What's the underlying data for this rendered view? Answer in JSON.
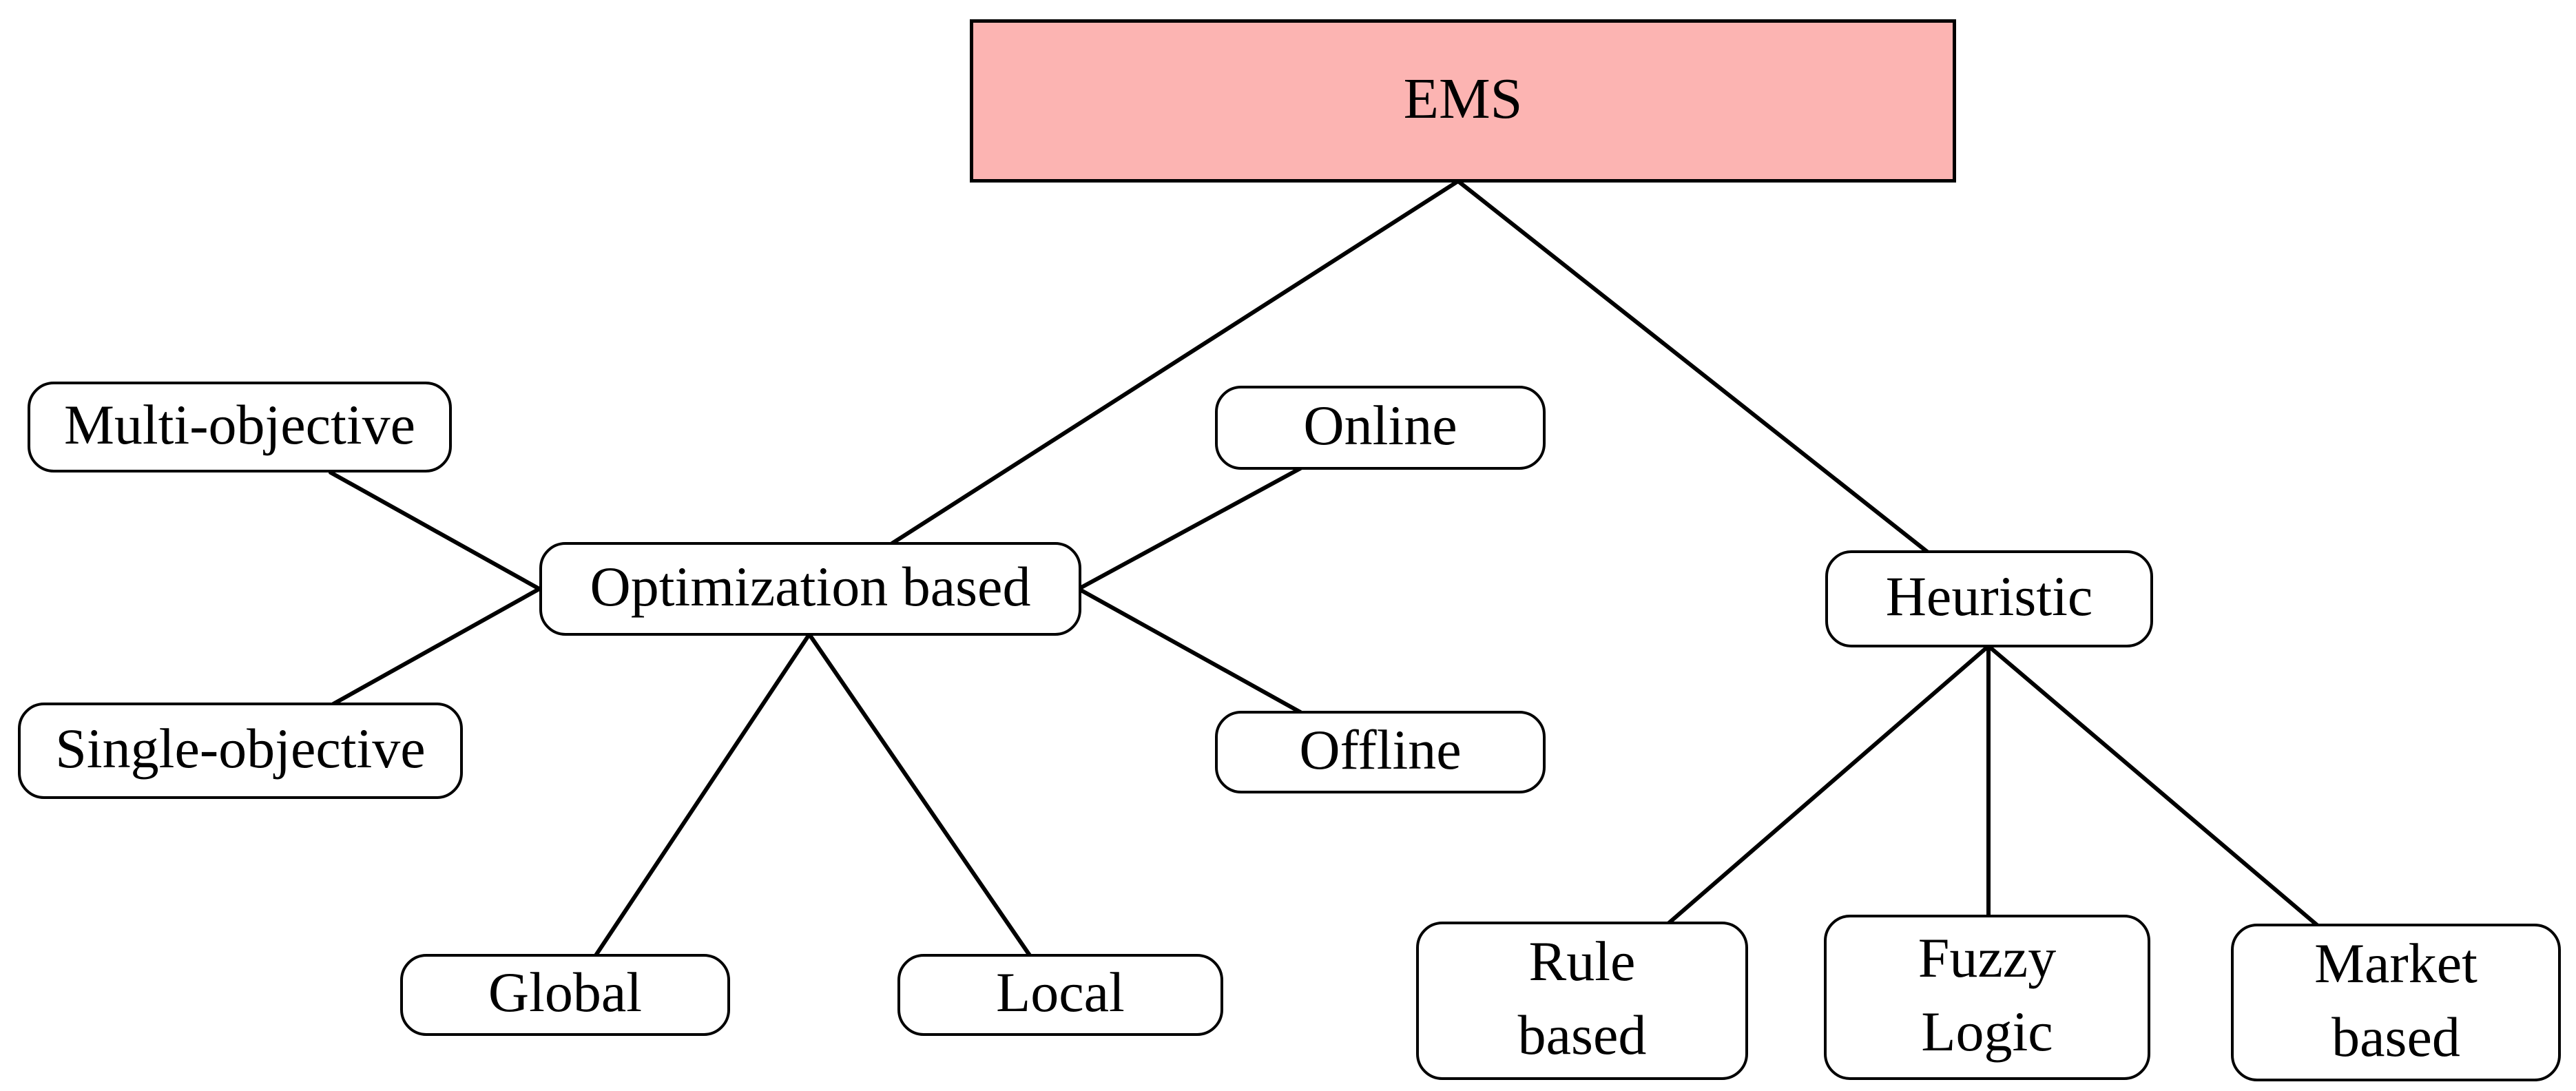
{
  "diagram": {
    "title": "EMS classification tree",
    "colors": {
      "root_fill": "#FCB4B2",
      "node_fill": "#FFFFFF",
      "border": "#000000",
      "line": "#000000"
    },
    "nodes": {
      "ems": {
        "label": "EMS"
      },
      "optimization": {
        "label": "Optimization based"
      },
      "heuristic": {
        "label": "Heuristic"
      },
      "multi_objective": {
        "label": "Multi-objective"
      },
      "single_objective": {
        "label": "Single-objective"
      },
      "online": {
        "label": "Online"
      },
      "offline": {
        "label": "Offline"
      },
      "global": {
        "label": "Global"
      },
      "local": {
        "label": "Local"
      },
      "rule_based": {
        "label": "Rule\nbased"
      },
      "fuzzy_logic": {
        "label": "Fuzzy\nLogic"
      },
      "market_based": {
        "label": "Market\nbased"
      }
    },
    "edges": [
      {
        "from": "ems",
        "to": "optimization"
      },
      {
        "from": "ems",
        "to": "heuristic"
      },
      {
        "from": "multi_objective",
        "to": "optimization"
      },
      {
        "from": "single_objective",
        "to": "optimization"
      },
      {
        "from": "online",
        "to": "optimization"
      },
      {
        "from": "offline",
        "to": "optimization"
      },
      {
        "from": "optimization",
        "to": "global"
      },
      {
        "from": "optimization",
        "to": "local"
      },
      {
        "from": "heuristic",
        "to": "rule_based"
      },
      {
        "from": "heuristic",
        "to": "fuzzy_logic"
      },
      {
        "from": "heuristic",
        "to": "market_based"
      }
    ]
  }
}
